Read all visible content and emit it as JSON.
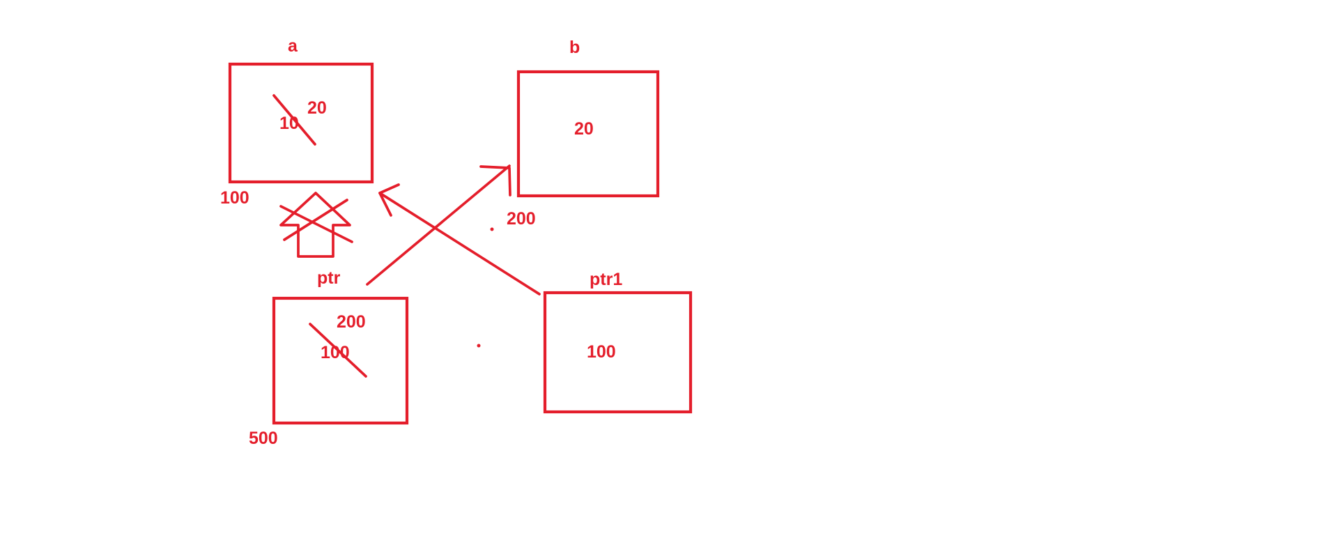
{
  "colors": {
    "ink": "#e41e2b",
    "background": "#ffffff"
  },
  "labels": {
    "var_a": "a",
    "var_b": "b",
    "var_ptr": "ptr",
    "var_ptr1": "ptr1",
    "a_old_value": "10",
    "a_new_value": "20",
    "a_address": "100",
    "b_value": "20",
    "b_address": "200",
    "ptr_old_value": "100",
    "ptr_new_value": "200",
    "ptr_address": "500",
    "ptr1_value": "100"
  }
}
